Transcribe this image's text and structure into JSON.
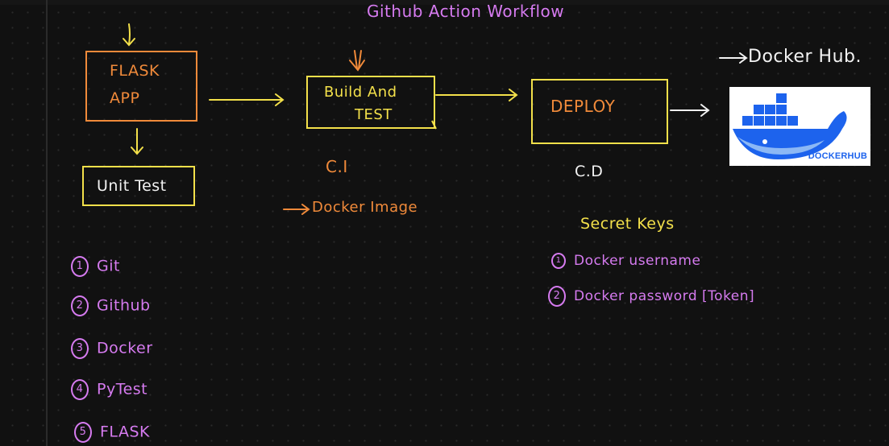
{
  "diagram": {
    "title": "Github Action Workflow",
    "nodes": {
      "flask_line1": "FLASK",
      "flask_line2": "APP",
      "unit_test": "Unit Test",
      "build_line1": "Build And",
      "build_line2": "TEST",
      "deploy": "DEPLOY"
    },
    "labels": {
      "ci": "C.I",
      "cd": "C.D",
      "docker_image": "Docker Image",
      "docker_hub": "Docker Hub.",
      "secret_keys": "Secret Keys"
    },
    "tools": [
      {
        "num": "1",
        "name": "Git"
      },
      {
        "num": "2",
        "name": "Github"
      },
      {
        "num": "3",
        "name": "Docker"
      },
      {
        "num": "4",
        "name": "PyTest"
      },
      {
        "num": "5",
        "name": "FLASK"
      }
    ],
    "secrets": [
      {
        "num": "1",
        "name": "Docker username"
      },
      {
        "num": "2",
        "name": "Docker password [Token]"
      }
    ],
    "logo_text": "DOCKERHUB"
  },
  "colors": {
    "yellow": "#f3e04a",
    "orange": "#f08a3a",
    "white": "#f2f2f2",
    "purple": "#d67bf0",
    "docker_blue": "#1d63ed",
    "background": "#111111"
  }
}
